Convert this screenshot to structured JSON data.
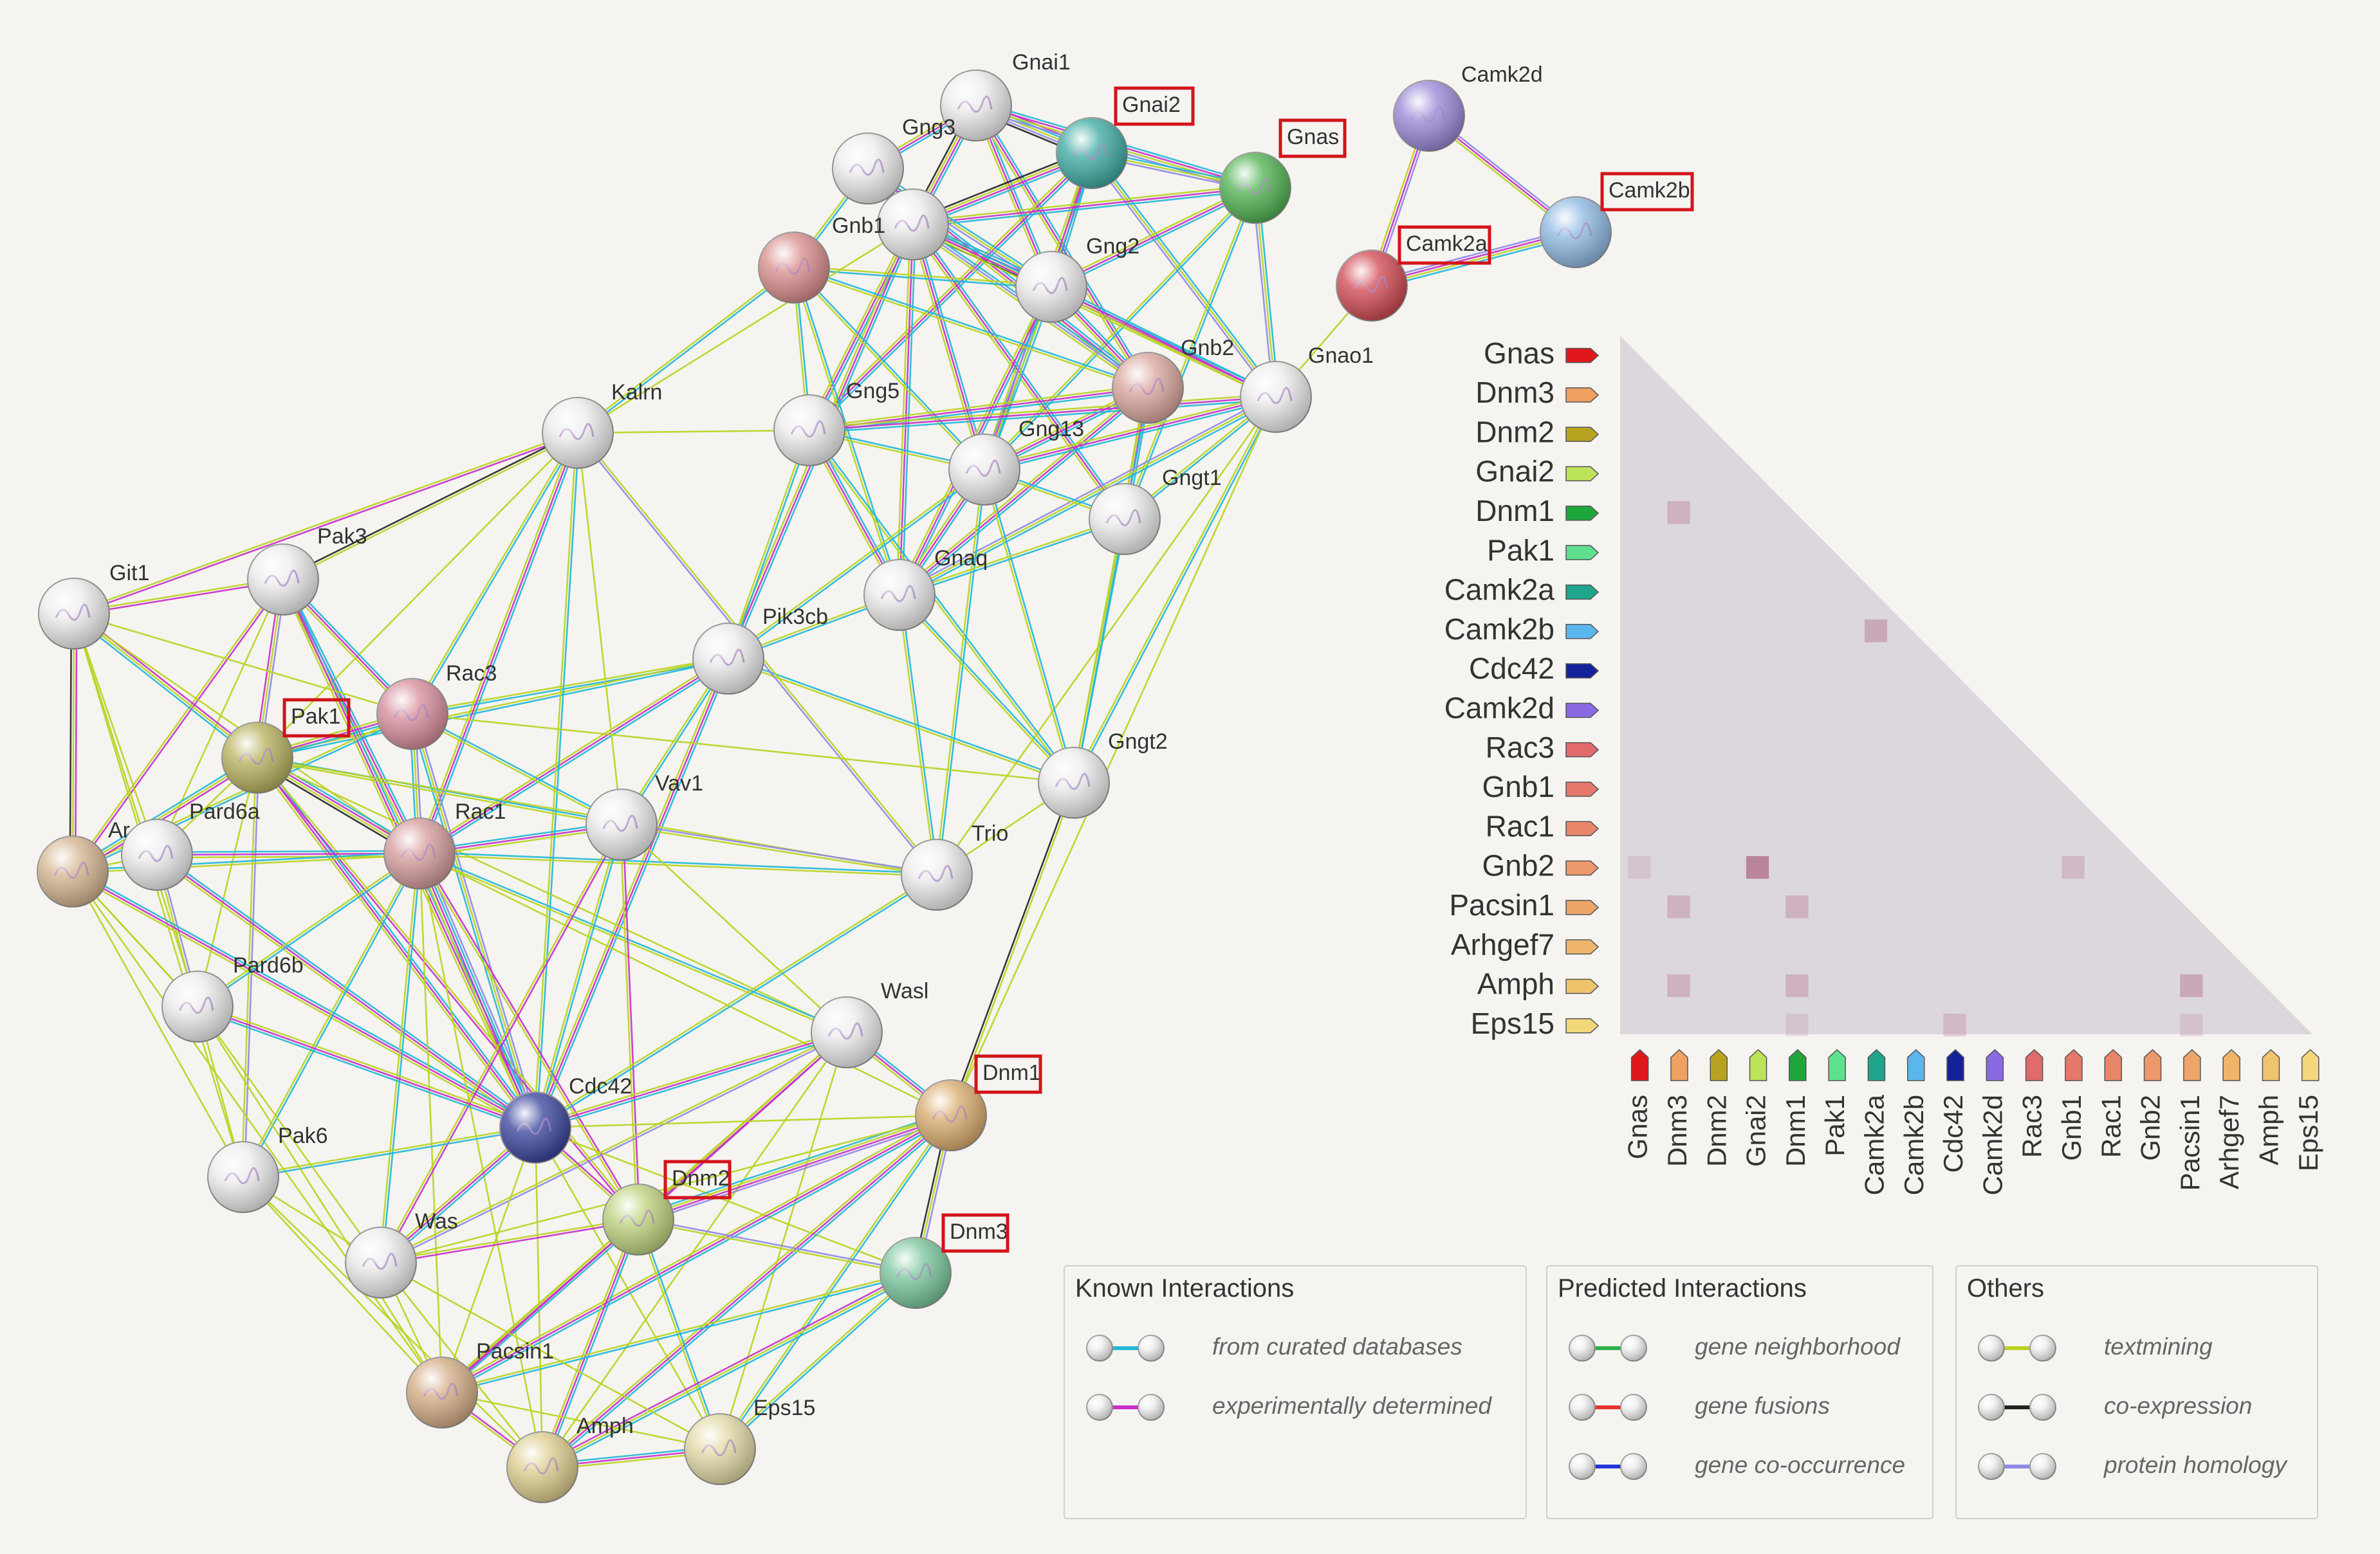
{
  "colors": {
    "curated": "#22b7d6",
    "experimental": "#c730c7",
    "neighborhood": "#2fb24a",
    "fusion": "#e8322c",
    "cooccurrence": "#2434d6",
    "textmining": "#b9d31f",
    "coexpression": "#222222",
    "homology": "#8e8ae6",
    "highlight": "#d3141b"
  },
  "network": {
    "nodes": [
      {
        "id": "Gnai1",
        "label": "Gnai1",
        "color": "#ececec",
        "highlight": false
      },
      {
        "id": "Gnai2",
        "label": "Gnai2",
        "color": "#3aa9a0",
        "highlight": true
      },
      {
        "id": "Gnas",
        "label": "Gnas",
        "color": "#4cb14f",
        "highlight": true
      },
      {
        "id": "Gng3",
        "label": "Gng3",
        "color": "#ececec",
        "highlight": false
      },
      {
        "id": "Gnb1",
        "label": "Gnb1",
        "color": "#ececec",
        "highlight": false
      },
      {
        "id": "Gng2",
        "label": "Gng2",
        "color": "#ececec",
        "highlight": false
      },
      {
        "id": "RedG",
        "label": "",
        "color": "#d98a8a",
        "highlight": false
      },
      {
        "id": "Gnb2",
        "label": "Gnb2",
        "color": "#d9a49b",
        "highlight": false
      },
      {
        "id": "Gnao1",
        "label": "Gnao1",
        "color": "#ececec",
        "highlight": false
      },
      {
        "id": "Gng5",
        "label": "Gng5",
        "color": "#ececec",
        "highlight": false
      },
      {
        "id": "Gng13",
        "label": "Gng13",
        "color": "#ececec",
        "highlight": false
      },
      {
        "id": "Gngt1",
        "label": "Gngt1",
        "color": "#ececec",
        "highlight": false
      },
      {
        "id": "Kalrn",
        "label": "Kalrn",
        "color": "#ececec",
        "highlight": false
      },
      {
        "id": "Gnaq",
        "label": "Gnaq",
        "color": "#ececec",
        "highlight": false
      },
      {
        "id": "Pik3cb",
        "label": "Pik3cb",
        "color": "#ececec",
        "highlight": false
      },
      {
        "id": "Pak3",
        "label": "Pak3",
        "color": "#ececec",
        "highlight": false
      },
      {
        "id": "Git1",
        "label": "Git1",
        "color": "#ececec",
        "highlight": false
      },
      {
        "id": "Rac3",
        "label": "Rac3",
        "color": "#d68b99",
        "highlight": false
      },
      {
        "id": "Pak1",
        "label": "Pak1",
        "color": "#b5b05a",
        "highlight": true
      },
      {
        "id": "Pard6a",
        "label": "Pard6a",
        "color": "#ececec",
        "highlight": false
      },
      {
        "id": "Arhgef7",
        "label": "Ar",
        "color": "#d4b38d",
        "highlight": false
      },
      {
        "id": "Rac1",
        "label": "Rac1",
        "color": "#d49a99",
        "highlight": false
      },
      {
        "id": "Vav1",
        "label": "Vav1",
        "color": "#ececec",
        "highlight": false
      },
      {
        "id": "Gngt2",
        "label": "Gngt2",
        "color": "#ececec",
        "highlight": false
      },
      {
        "id": "Trio",
        "label": "Trio",
        "color": "#ececec",
        "highlight": false
      },
      {
        "id": "Pard6b",
        "label": "Pard6b",
        "color": "#ececec",
        "highlight": false
      },
      {
        "id": "Wasl",
        "label": "Wasl",
        "color": "#ececec",
        "highlight": false
      },
      {
        "id": "Cdc42",
        "label": "Cdc42",
        "color": "#36409a",
        "highlight": false
      },
      {
        "id": "Dnm1",
        "label": "Dnm1",
        "color": "#d9aa6a",
        "highlight": true
      },
      {
        "id": "Pak6",
        "label": "Pak6",
        "color": "#ececec",
        "highlight": false
      },
      {
        "id": "Dnm2",
        "label": "Dnm2",
        "color": "#bcd27a",
        "highlight": true
      },
      {
        "id": "Dnm3",
        "label": "Dnm3",
        "color": "#77c59a",
        "highlight": true
      },
      {
        "id": "Was",
        "label": "Was",
        "color": "#ececec",
        "highlight": false
      },
      {
        "id": "Pacsin1",
        "label": "Pacsin1",
        "color": "#d3aa83",
        "highlight": false
      },
      {
        "id": "Amph",
        "label": "Amph",
        "color": "#dccb8b",
        "highlight": false
      },
      {
        "id": "Eps15",
        "label": "Eps15",
        "color": "#e1d8a2",
        "highlight": false
      },
      {
        "id": "Camk2d",
        "label": "Camk2d",
        "color": "#9886d6",
        "highlight": false
      },
      {
        "id": "Camk2b",
        "label": "Camk2b",
        "color": "#8db8e3",
        "highlight": true
      },
      {
        "id": "Camk2a",
        "label": "Camk2a",
        "color": "#d0454f",
        "highlight": true
      }
    ]
  },
  "matrix": {
    "rows": [
      {
        "label": "Gnas",
        "color": "#e0181c"
      },
      {
        "label": "Dnm3",
        "color": "#f0a060"
      },
      {
        "label": "Dnm2",
        "color": "#b6a420"
      },
      {
        "label": "Gnai2",
        "color": "#bde35a"
      },
      {
        "label": "Dnm1",
        "color": "#1fa63a"
      },
      {
        "label": "Pak1",
        "color": "#5fe08e"
      },
      {
        "label": "Camk2a",
        "color": "#1ea58c"
      },
      {
        "label": "Camk2b",
        "color": "#5cb6ee"
      },
      {
        "label": "Cdc42",
        "color": "#14229a"
      },
      {
        "label": "Camk2d",
        "color": "#8a6ae2"
      },
      {
        "label": "Rac3",
        "color": "#e26a6a"
      },
      {
        "label": "Gnb1",
        "color": "#e5786a"
      },
      {
        "label": "Rac1",
        "color": "#e8866a"
      },
      {
        "label": "Gnb2",
        "color": "#eb986a"
      },
      {
        "label": "Pacsin1",
        "color": "#eda56a"
      },
      {
        "label": "Arhgef7",
        "color": "#efb56a"
      },
      {
        "label": "Amph",
        "color": "#f0c46c"
      },
      {
        "label": "Eps15",
        "color": "#f2d878"
      }
    ],
    "cells": [
      {
        "row": 4,
        "col": 1,
        "level": 0.25
      },
      {
        "row": 7,
        "col": 6,
        "level": 0.3
      },
      {
        "row": 13,
        "col": 0,
        "level": 0.12
      },
      {
        "row": 13,
        "col": 3,
        "level": 0.55
      },
      {
        "row": 13,
        "col": 11,
        "level": 0.2
      },
      {
        "row": 14,
        "col": 1,
        "level": 0.25
      },
      {
        "row": 14,
        "col": 4,
        "level": 0.25
      },
      {
        "row": 16,
        "col": 1,
        "level": 0.25
      },
      {
        "row": 16,
        "col": 4,
        "level": 0.25
      },
      {
        "row": 16,
        "col": 14,
        "level": 0.3
      },
      {
        "row": 17,
        "col": 4,
        "level": 0.12
      },
      {
        "row": 17,
        "col": 8,
        "level": 0.2
      },
      {
        "row": 17,
        "col": 14,
        "level": 0.15
      }
    ]
  },
  "legend": {
    "groups": [
      {
        "title": "Known Interactions",
        "items": [
          {
            "label": "from curated databases",
            "color": "#22b7d6"
          },
          {
            "label": "experimentally determined",
            "color": "#c730c7"
          }
        ]
      },
      {
        "title": "Predicted Interactions",
        "items": [
          {
            "label": "gene neighborhood",
            "color": "#2fb24a"
          },
          {
            "label": "gene fusions",
            "color": "#e8322c"
          },
          {
            "label": "gene co-occurrence",
            "color": "#2434d6"
          }
        ]
      },
      {
        "title": "Others",
        "items": [
          {
            "label": "textmining",
            "color": "#b9d31f"
          },
          {
            "label": "co-expression",
            "color": "#222222"
          },
          {
            "label": "protein homology",
            "color": "#8e8ae6"
          }
        ]
      }
    ]
  }
}
